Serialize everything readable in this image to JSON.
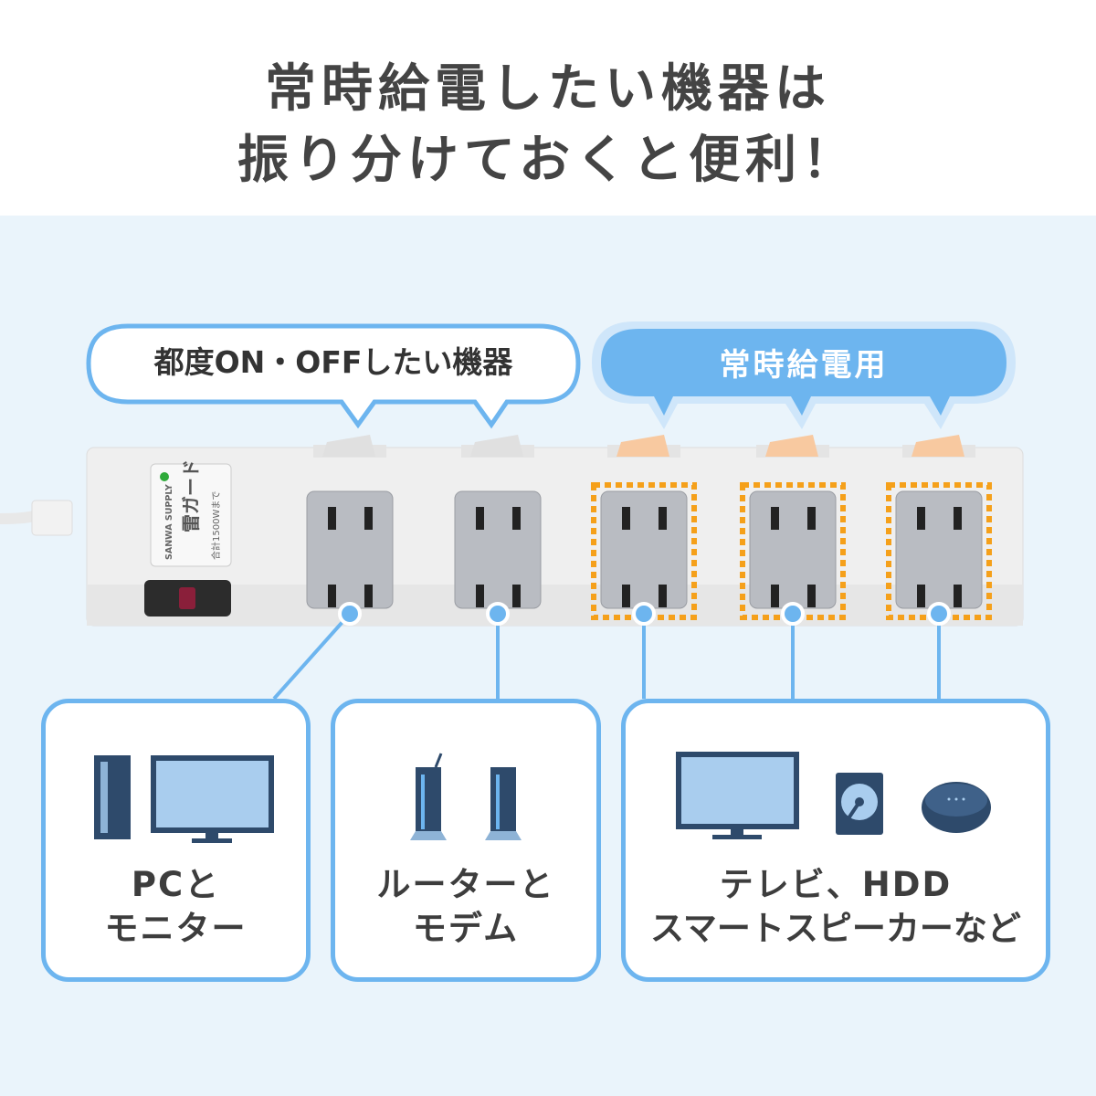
{
  "title": {
    "line1": "常時給電したい機器は",
    "line2": "振り分けておくと便利！"
  },
  "callouts": {
    "switched": "都度ON・OFFしたい機器",
    "always_on": "常時給電用"
  },
  "power_strip": {
    "brand": "SANWA SUPPLY",
    "label": "雷ガード",
    "rating": "合計1500Wまで",
    "outlet_count": 5,
    "always_on_outlets": [
      3,
      4,
      5
    ]
  },
  "devices": [
    {
      "line1": "PCと",
      "line2": "モニター",
      "icons": [
        "pc-tower-icon",
        "monitor-icon"
      ]
    },
    {
      "line1": "ルーターと",
      "line2": "モデム",
      "icons": [
        "router-icon",
        "modem-icon"
      ]
    },
    {
      "line1": "テレビ、HDD",
      "line2": "スマートスピーカーなど",
      "icons": [
        "tv-icon",
        "hdd-icon",
        "smart-speaker-icon"
      ]
    }
  ],
  "colors": {
    "accent_blue": "#6db5ef",
    "highlight_orange": "#f5a01a",
    "background": "#eaf4fb",
    "text": "#3d3d3d"
  }
}
